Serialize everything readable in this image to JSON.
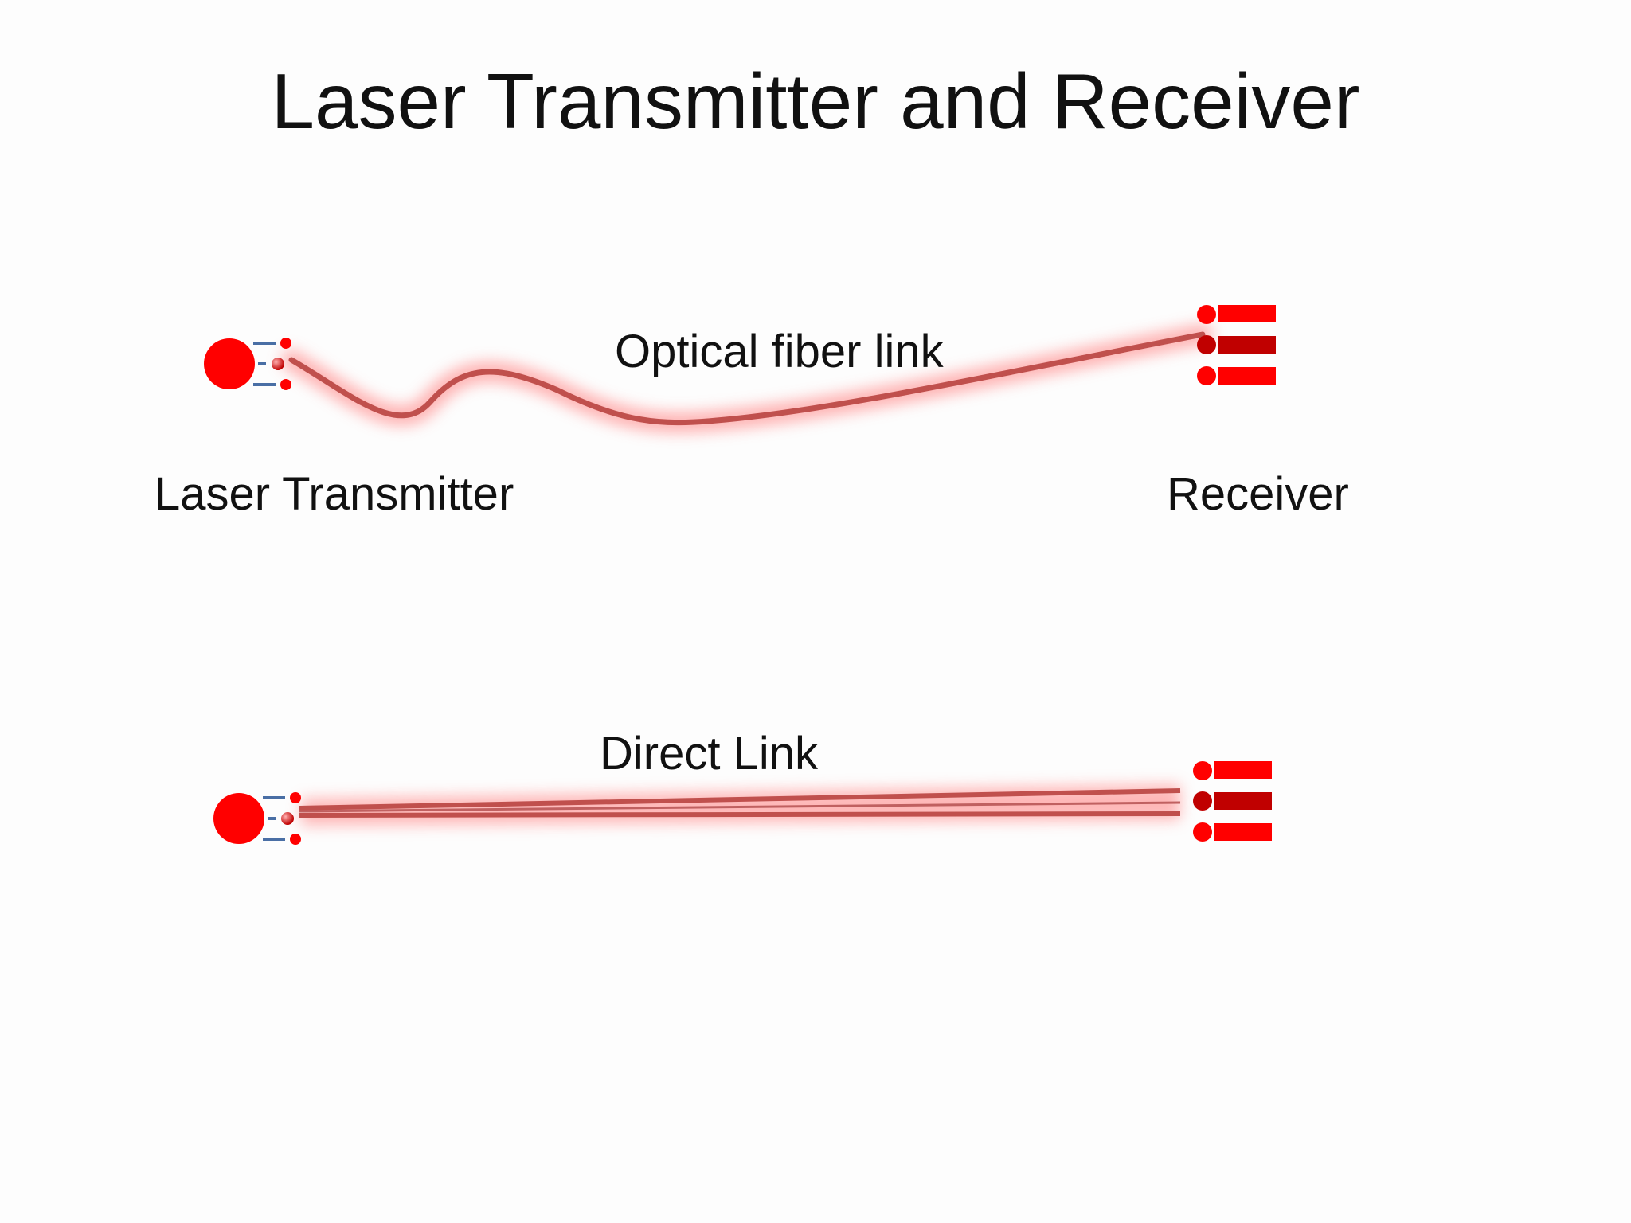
{
  "slide": {
    "title": "Laser Transmitter and Receiver"
  },
  "labels": {
    "optical_fiber_link": "Optical fiber link",
    "laser_transmitter": "Laser Transmitter",
    "receiver": "Receiver",
    "direct_link": "Direct Link"
  },
  "colors": {
    "laser_red": "#ff0000",
    "receiver_dark_red": "#c00000",
    "fiber_line": "#c0504d",
    "glow": "#ff9a9a",
    "emitter_lines": "#4a6fa5"
  },
  "icons": {
    "transmitter": "laser-transmitter-icon",
    "receiver": "receiver-icon"
  }
}
